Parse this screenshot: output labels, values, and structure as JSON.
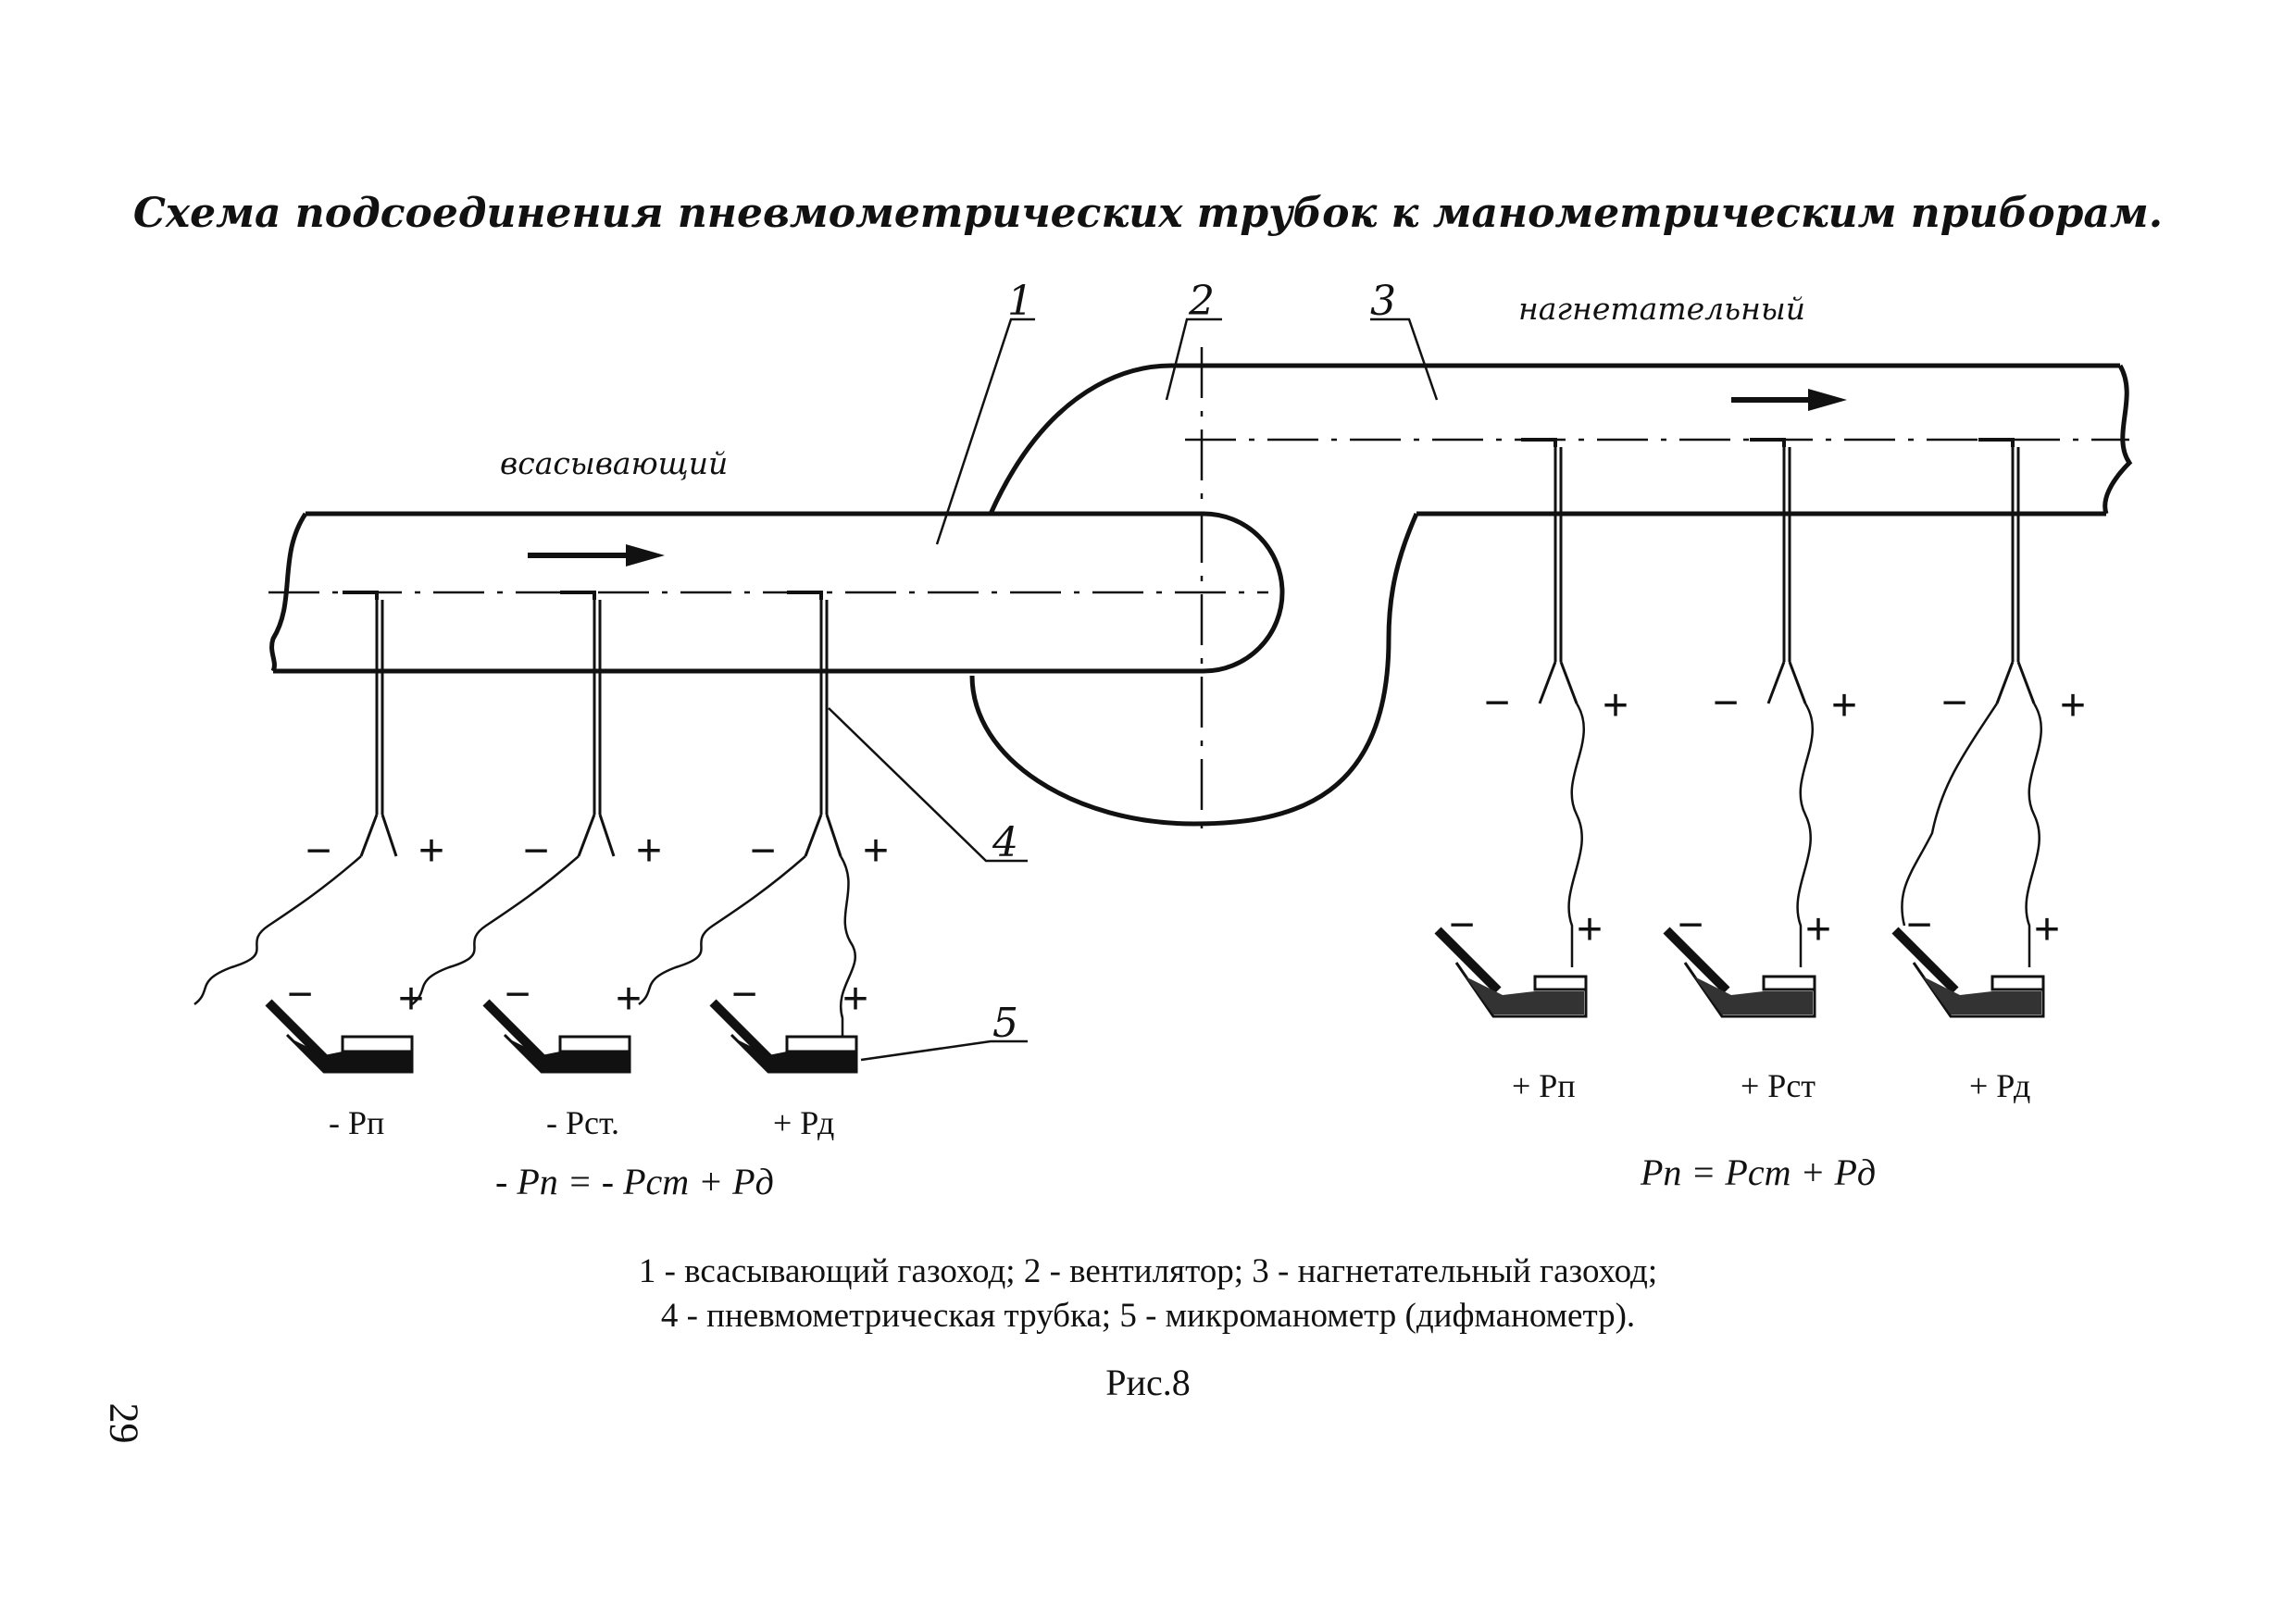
{
  "title": "Схема подсоединения пневмометрических трубок к манометрическим приборам.",
  "labels": {
    "suction": "всасывающий",
    "discharge": "нагнетательный",
    "n1": "1",
    "n2": "2",
    "n3": "3",
    "n4": "4",
    "n5": "5"
  },
  "signs": {
    "minus": "−",
    "plus": "+"
  },
  "suction_gauges": [
    "- Рп",
    "- Рст.",
    "+ Рд"
  ],
  "discharge_gauges": [
    "+ Рп",
    "+ Рст",
    "+ Рд"
  ],
  "formula_left": "- Pп = - Pст + Pд",
  "formula_right": "Pп = Pст + Pд",
  "caption_line1": "1 - всасывающий газоход; 2 - вентилятор; 3 - нагнетательный газоход;",
  "caption_line2": "4 - пневмометрическая трубка; 5 - микроманометр (дифманометр).",
  "figure": "Рис.8",
  "page_number": "29"
}
